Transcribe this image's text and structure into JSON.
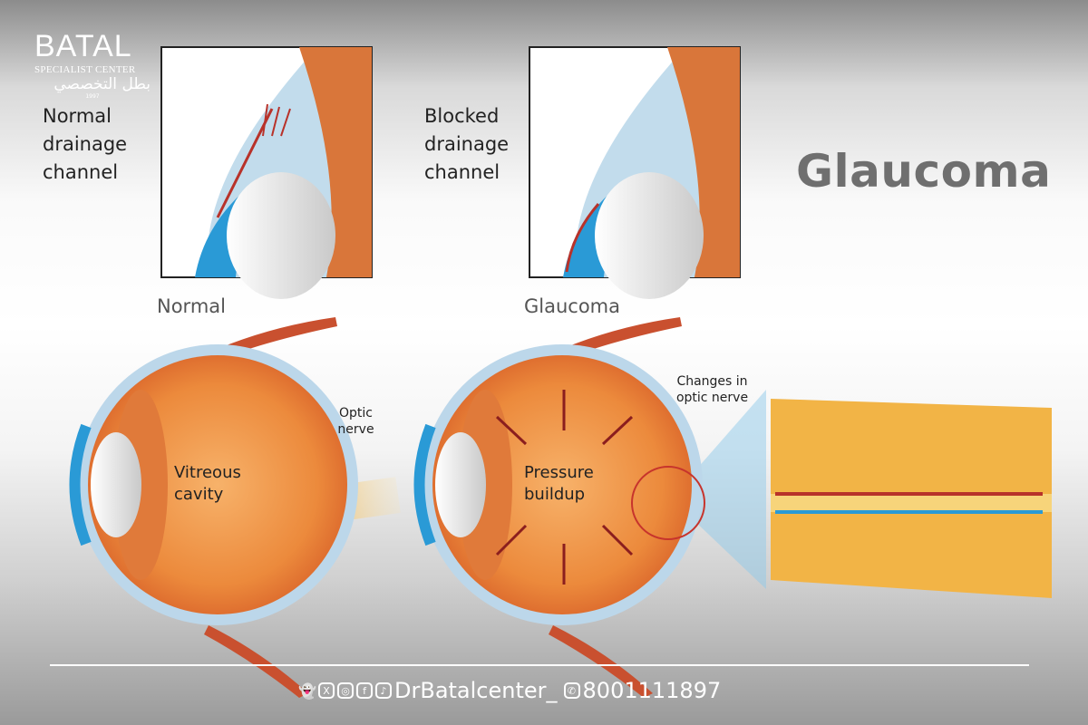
{
  "logo": {
    "name": "BATAL",
    "subtitle": "SPECIALIST CENTER",
    "arabic": "بطل التخصصي",
    "year": "1997"
  },
  "title": "Glaucoma",
  "panels": {
    "normal_drainage": "Normal drainage channel",
    "blocked_drainage": "Blocked drainage channel"
  },
  "eyes": {
    "normal": {
      "heading": "Normal",
      "cavity_label": "Vitreous cavity",
      "nerve_label": "Optic nerve"
    },
    "glaucoma": {
      "heading": "Glaucoma",
      "pressure_label": "Pressure buildup",
      "nerve_change_label": "Changes in optic nerve"
    }
  },
  "footer": {
    "social_icons": [
      "snapchat-icon",
      "x-icon",
      "instagram-icon",
      "facebook-icon",
      "tiktok-icon"
    ],
    "handle": "DrBatalcenter_",
    "phone_icon": "viber-phone-icon",
    "phone": "8001111897"
  },
  "colors": {
    "eye_orange": "#e8873a",
    "sclera": "#bcd7ea",
    "iris_blue": "#2a9ad6",
    "vessel_red": "#b8322a",
    "title_gray": "#6f6f6f"
  }
}
